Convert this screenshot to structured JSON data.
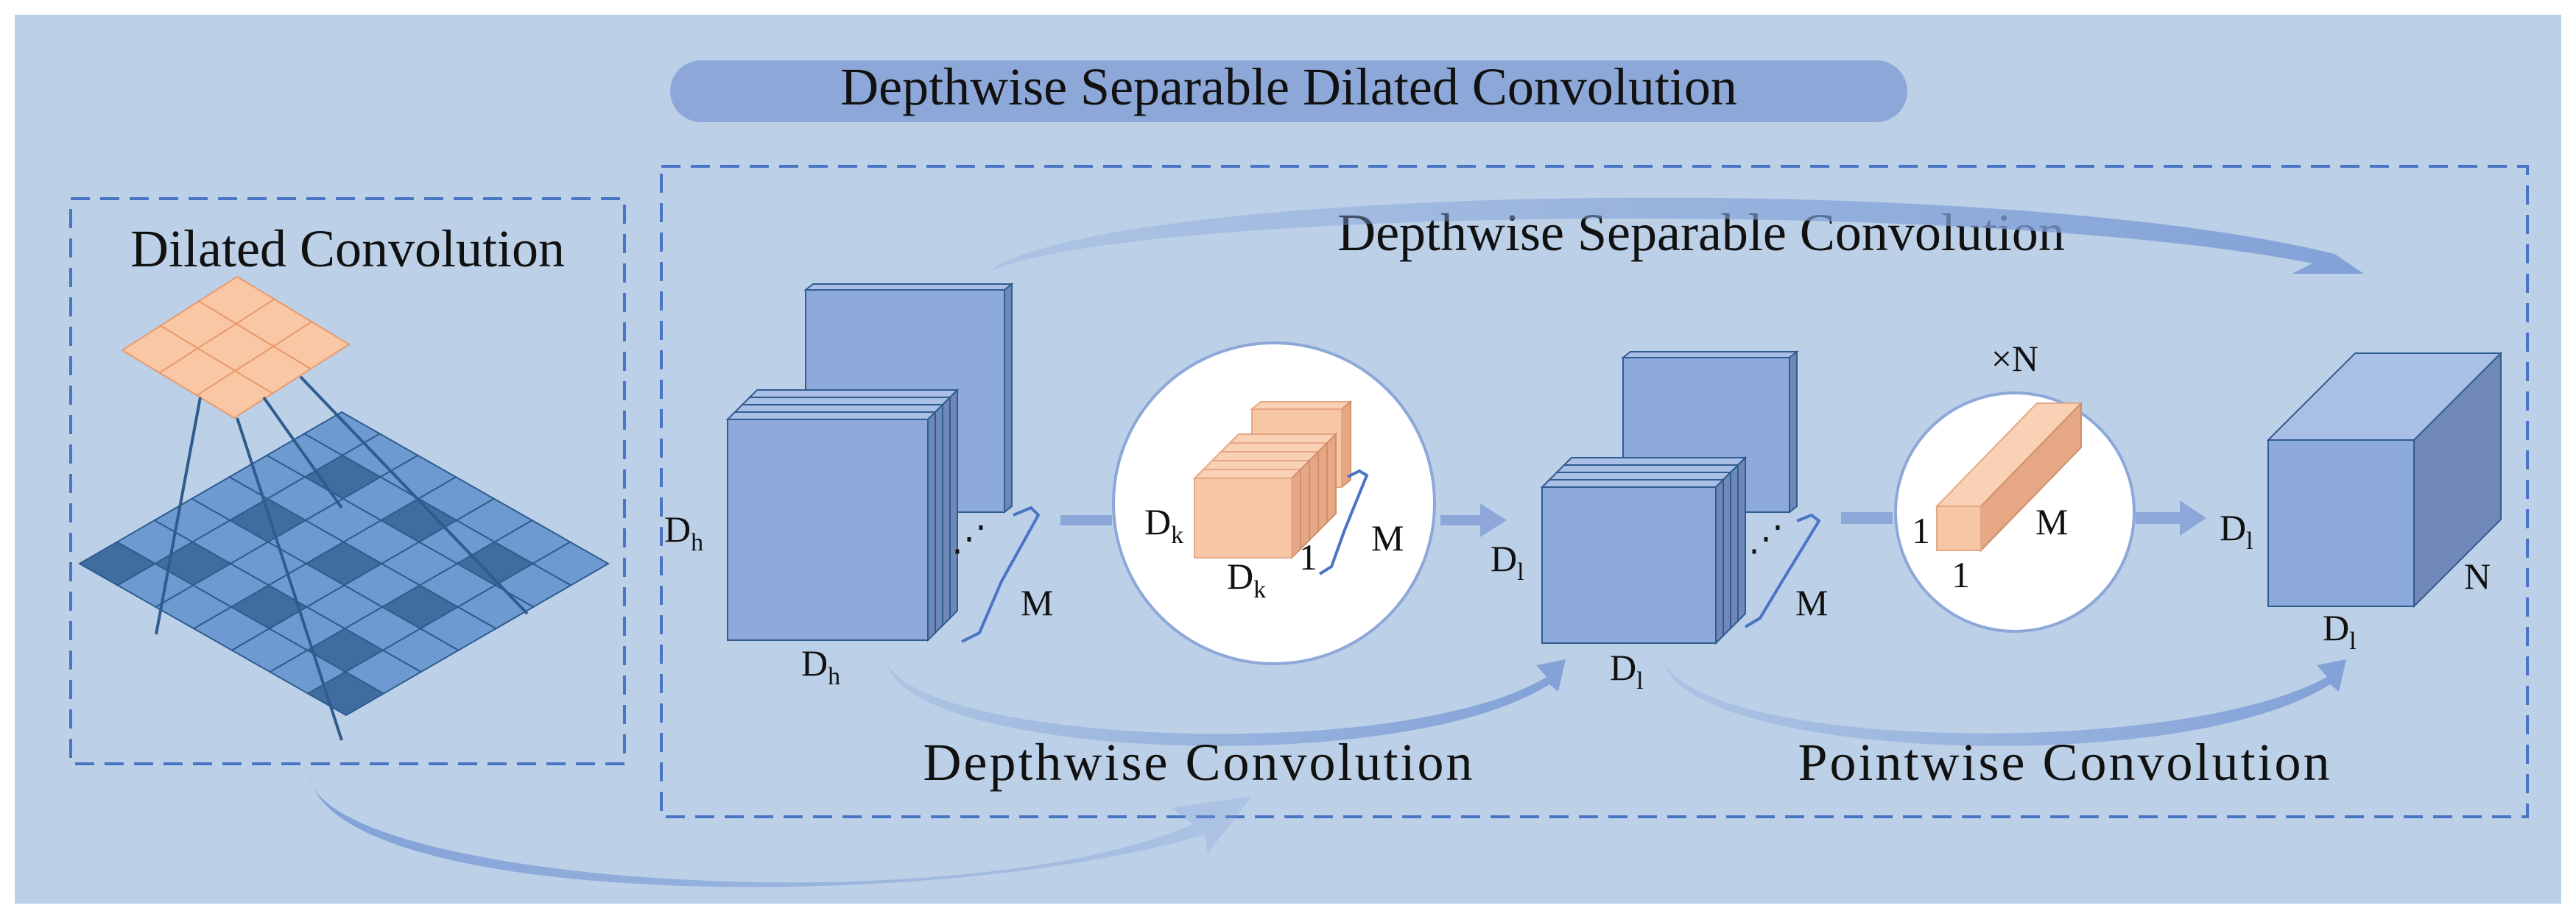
{
  "title": "Depthwise Separable Dilated Convolution",
  "dilated_panel": {
    "title": "Dilated Convolution"
  },
  "dsc_panel": {
    "title": "Depthwise Separable Convolution"
  },
  "stages": {
    "depthwise": "Depthwise Convolution",
    "pointwise": "Pointwise Convolution"
  },
  "labels": {
    "input_h": {
      "main": "D",
      "sub": "h"
    },
    "input_w": {
      "main": "D",
      "sub": "h"
    },
    "input_depth": "M",
    "kernel_h": {
      "main": "D",
      "sub": "k"
    },
    "kernel_w": {
      "main": "D",
      "sub": "k"
    },
    "kernel_one": "1",
    "kernel_depth": "M",
    "mid_h": {
      "main": "D",
      "sub": "l"
    },
    "mid_w": {
      "main": "D",
      "sub": "l"
    },
    "mid_depth": "M",
    "pw_count": "×N",
    "pw_one_a": "1",
    "pw_one_b": "1",
    "pw_depth": "M",
    "out_h": {
      "main": "D",
      "sub": "l"
    },
    "out_w": {
      "main": "D",
      "sub": "l"
    },
    "out_depth": "N",
    "ellipsis": "⋰"
  },
  "colors": {
    "background": "#bcd0e8",
    "title_pill": "#8da8d8",
    "dashed": "#4a74c4",
    "feature_face": "#8eaadc",
    "feature_top": "#a9bfe6",
    "feature_side": "#6f88b8",
    "kernel_face": "#f7c6a5",
    "kernel_side": "#e6a884",
    "arrow": "#7f9fd6",
    "grid_cell": "#6d9bd1",
    "grid_dark": "#3f6e9e",
    "grid_line": "#2f5c8f"
  }
}
